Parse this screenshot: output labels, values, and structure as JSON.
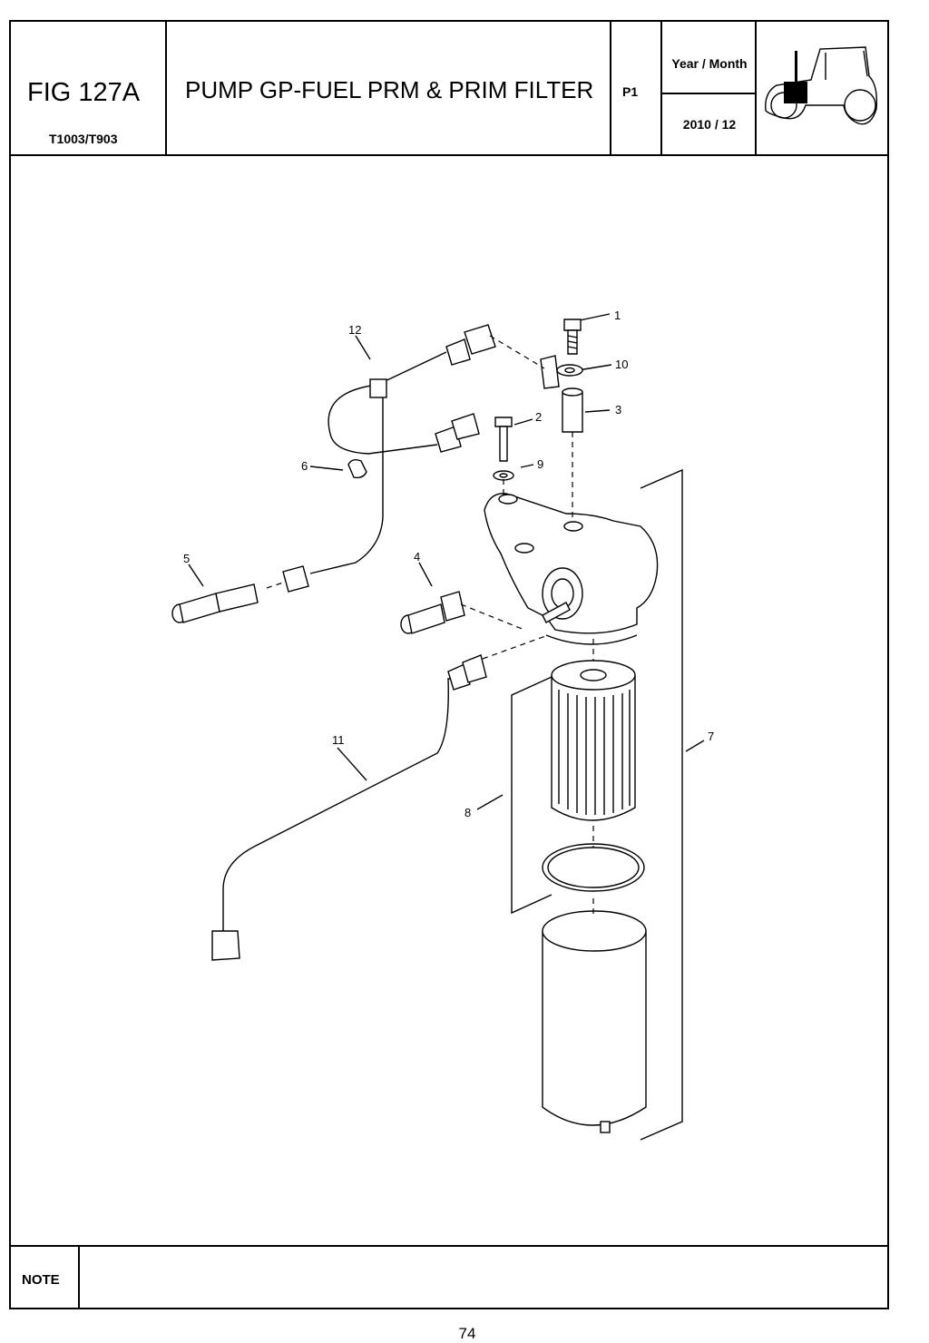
{
  "header": {
    "figure_number": "FIG 127A",
    "model": "T1003/T903",
    "title": "PUMP GP-FUEL PRM & PRIM FILTER",
    "page_code": "P1",
    "year_month_label": "Year / Month",
    "year_month_value": "2010  / 12",
    "icon": "tractor-icon"
  },
  "callouts": [
    "1",
    "10",
    "3",
    "2",
    "9",
    "12",
    "6",
    "5",
    "4",
    "11",
    "8",
    "7"
  ],
  "note": {
    "label": "NOTE",
    "text": ""
  },
  "footer": {
    "page_number": "74"
  }
}
